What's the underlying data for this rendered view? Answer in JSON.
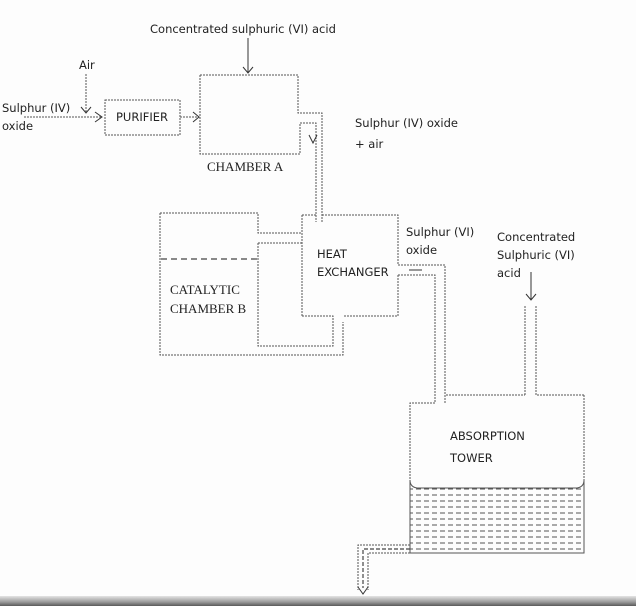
{
  "diagram": {
    "title": "Contact process for manufacture of sulphuric (VI) acid",
    "labels": {
      "conc_acid_top": "Concentrated sulphuric (VI) acid",
      "air": "Air",
      "so2_line1": "Sulphur (IV)",
      "so2_line2": "oxide",
      "purifier": "PURIFIER",
      "chamber_a": "CHAMBER A",
      "so2_air_line1": "Sulphur (IV) oxide",
      "so2_air_line2": "+ air",
      "catalytic_line1": "CATALYTIC",
      "catalytic_line2": "CHAMBER B",
      "heat_line1": "HEAT",
      "heat_line2": "EXCHANGER",
      "so3_line1": "Sulphur (VI)",
      "so3_line2": "oxide",
      "conc_acid_right_line1": "Concentrated",
      "conc_acid_right_line2": "Sulphuric  (VI)",
      "conc_acid_right_line3": "acid",
      "absorption_line1": "ABSORPTION",
      "absorption_line2": "TOWER"
    },
    "nodes": [
      "Purifier",
      "Chamber A",
      "Catalytic Chamber B",
      "Heat Exchanger",
      "Absorption Tower"
    ],
    "edges": [
      {
        "from": "Sulphur (IV) oxide + Air",
        "to": "Purifier"
      },
      {
        "from": "Purifier",
        "to": "Chamber A"
      },
      {
        "from": "Concentrated sulphuric (VI) acid",
        "to": "Chamber A"
      },
      {
        "from": "Chamber A",
        "to": "Heat Exchanger",
        "label": "Sulphur (IV) oxide + air"
      },
      {
        "from": "Heat Exchanger",
        "to": "Catalytic Chamber B"
      },
      {
        "from": "Catalytic Chamber B",
        "to": "Heat Exchanger"
      },
      {
        "from": "Heat Exchanger",
        "to": "Absorption Tower",
        "label": "Sulphur (VI) oxide"
      },
      {
        "from": "Concentrated Sulphuric (VI) acid",
        "to": "Absorption Tower"
      },
      {
        "from": "Absorption Tower",
        "to": "outlet"
      }
    ]
  }
}
